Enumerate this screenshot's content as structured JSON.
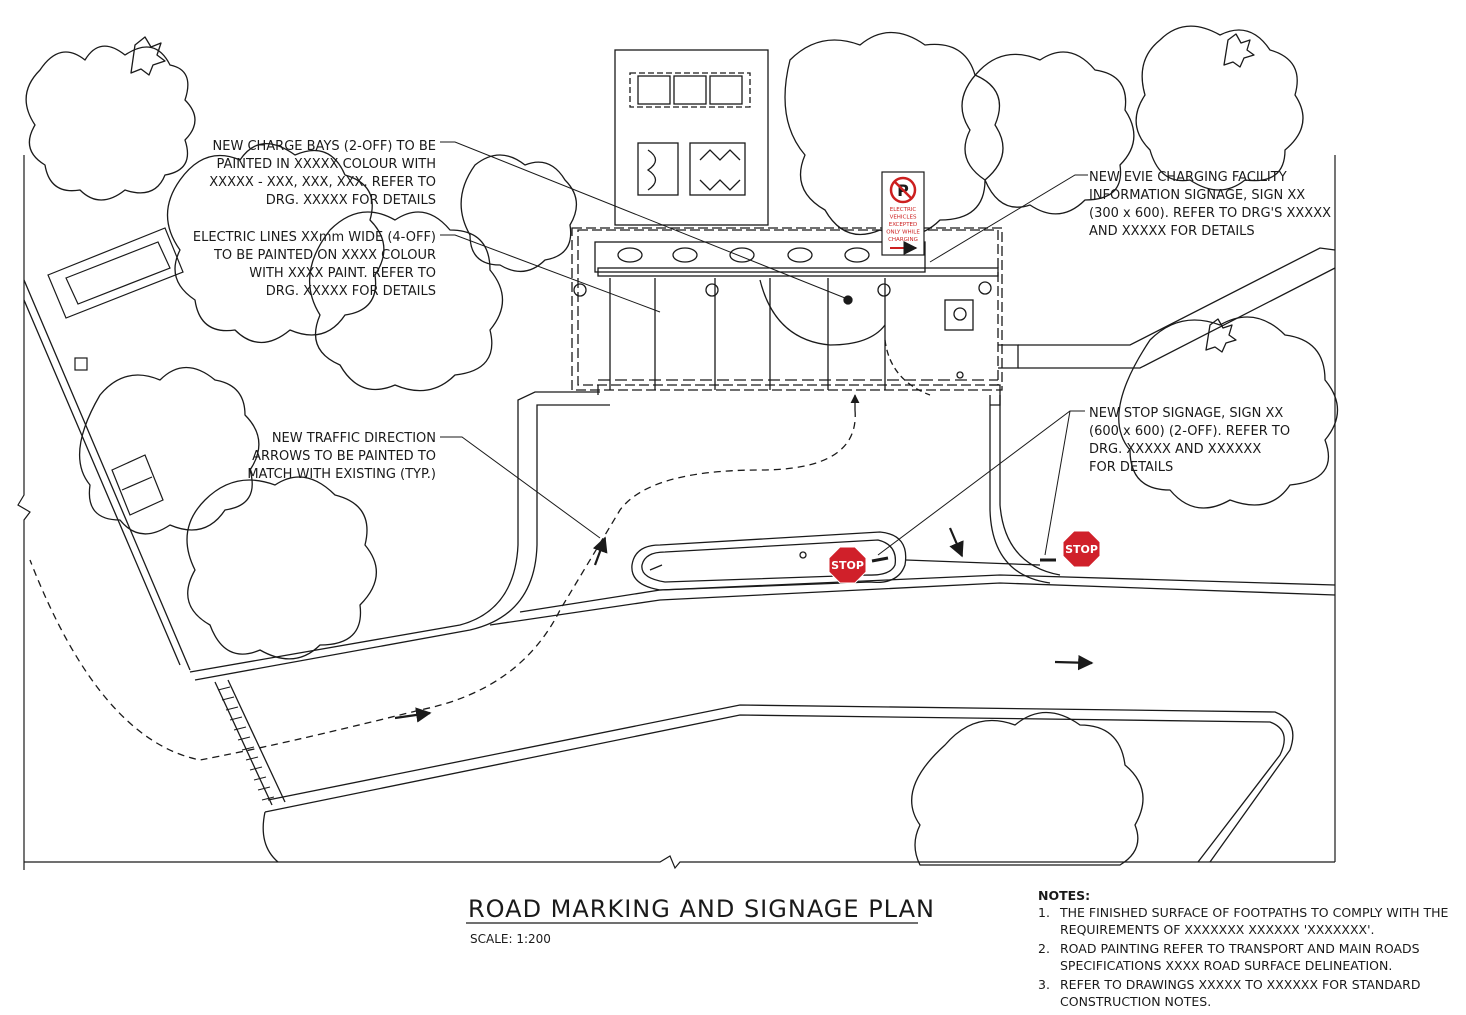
{
  "drawing": {
    "title": "ROAD MARKING AND SIGNAGE PLAN",
    "scale": "SCALE: 1:200"
  },
  "callouts": {
    "charge_bays": [
      "NEW CHARGE BAYS (2-OFF) TO BE",
      "PAINTED IN XXXXX COLOUR WITH",
      "XXXXX - XXX, XXX, XXX. REFER TO",
      "DRG. XXXXX FOR DETAILS"
    ],
    "electric_lines": [
      "ELECTRIC LINES XXmm WIDE (4-OFF)",
      "TO BE PAINTED ON XXXX COLOUR",
      "WITH XXXX PAINT. REFER TO",
      "DRG. XXXXX FOR DETAILS"
    ],
    "traffic_arrows": [
      "NEW TRAFFIC DIRECTION",
      "ARROWS TO BE PAINTED TO",
      "MATCH WITH EXISTING (TYP.)"
    ],
    "evie_signage": [
      "NEW EVIE CHARGING FACILITY",
      "INFORMATION SIGNAGE, SIGN XX",
      "(300 x 600). REFER TO DRG'S XXXXX",
      "AND XXXXX FOR DETAILS"
    ],
    "stop_signage": [
      "NEW STOP SIGNAGE, SIGN XX",
      "(600 x 600) (2-OFF). REFER TO",
      "DRG. XXXXX AND XXXXXX",
      "FOR DETAILS"
    ]
  },
  "signs": {
    "stop_label": "STOP",
    "parking_symbol": "P",
    "parking_sign_lines": [
      "ELECTRIC",
      "VEHICLES",
      "EXCEPTED",
      "ONLY WHILE",
      "CHARGING"
    ]
  },
  "notes": {
    "heading": "NOTES:",
    "items": [
      {
        "num": "1.",
        "lines": [
          "THE FINISHED SURFACE OF FOOTPATHS TO COMPLY WITH THE",
          "REQUIREMENTS OF XXXXXXX XXXXXX 'XXXXXXX'."
        ]
      },
      {
        "num": "2.",
        "lines": [
          "ROAD PAINTING REFER TO TRANSPORT AND MAIN ROADS",
          "SPECIFICATIONS XXXX ROAD SURFACE DELINEATION."
        ]
      },
      {
        "num": "3.",
        "lines": [
          "REFER TO DRAWINGS XXXXX TO XXXXXX FOR STANDARD",
          "CONSTRUCTION NOTES."
        ]
      }
    ]
  },
  "colors": {
    "ink": "#1a1a1a",
    "stop_red": "#d0202a",
    "sign_red": "#cc1f1f"
  }
}
